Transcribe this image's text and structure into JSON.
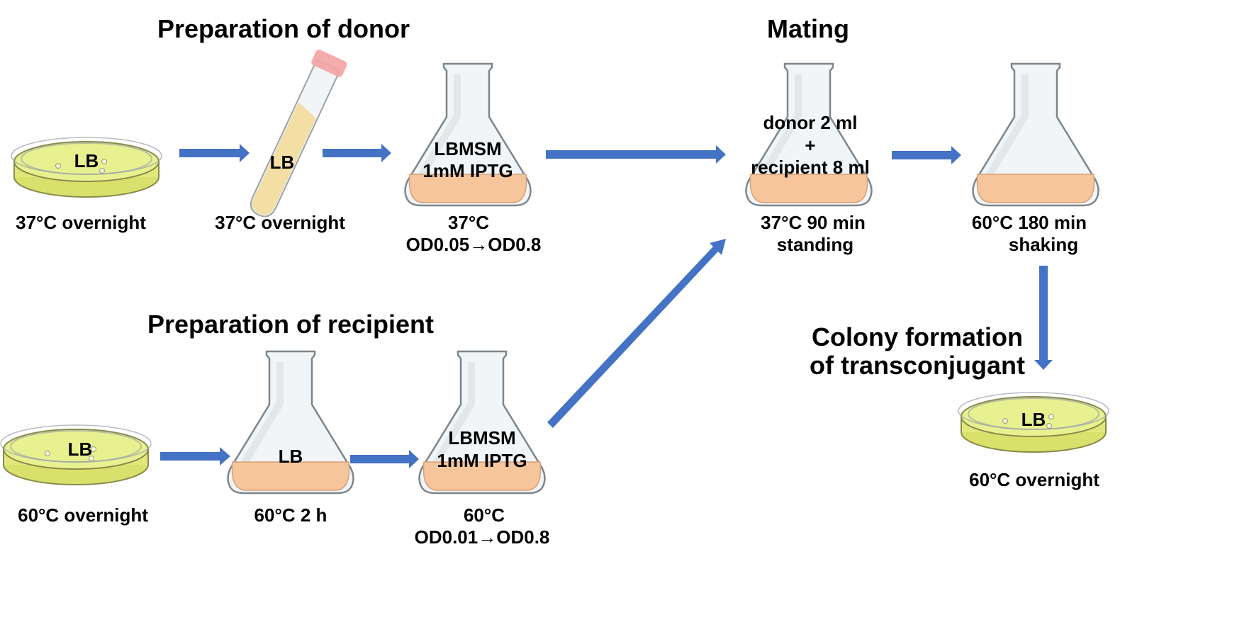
{
  "headings": {
    "donor": "Preparation of donor",
    "recipient": "Preparation of recipient",
    "mating": "Mating",
    "colony_line1": "Colony formation",
    "colony_line2": "of transconjugant"
  },
  "donor_steps": {
    "plate_label": "LB",
    "plate_caption": "37°C overnight",
    "tube_label": "LB",
    "tube_caption": "37°C overnight",
    "flask_label_line1": "LBMSM",
    "flask_label_line2": "1mM IPTG",
    "flask_caption_line1": "37°C",
    "flask_caption_line2": "OD0.05→OD0.8"
  },
  "recipient_steps": {
    "plate_label": "LB",
    "plate_caption": "60°C overnight",
    "flask1_label": "LB",
    "flask1_caption": "60°C 2 h",
    "flask2_label_line1": "LBMSM",
    "flask2_label_line2": "1mM IPTG",
    "flask2_caption_line1": "60°C",
    "flask2_caption_line2": "OD0.01→OD0.8"
  },
  "mating_steps": {
    "flask1_label_line1": "donor 2 ml",
    "flask1_label_line2": "+",
    "flask1_label_line3": "recipient 8 ml",
    "flask1_caption_line1": "37°C 90 min",
    "flask1_caption_line2": "standing",
    "flask2_caption_line1": "60°C 180 min",
    "flask2_caption_line2": "shaking"
  },
  "colony_steps": {
    "plate_label": "LB",
    "plate_caption": "60°C overnight"
  },
  "colors": {
    "arrow": "#4472c4",
    "medium_orange": "#f6c59c",
    "agar_yellow": "#e4ef8c",
    "tube_cap": "#f4a3a3",
    "tube_medium": "#f3dc9a"
  },
  "icons": {
    "plate": "petri-dish-icon",
    "tube": "test-tube-icon",
    "flask": "erlenmeyer-flask-icon",
    "arrow": "arrow-icon"
  }
}
